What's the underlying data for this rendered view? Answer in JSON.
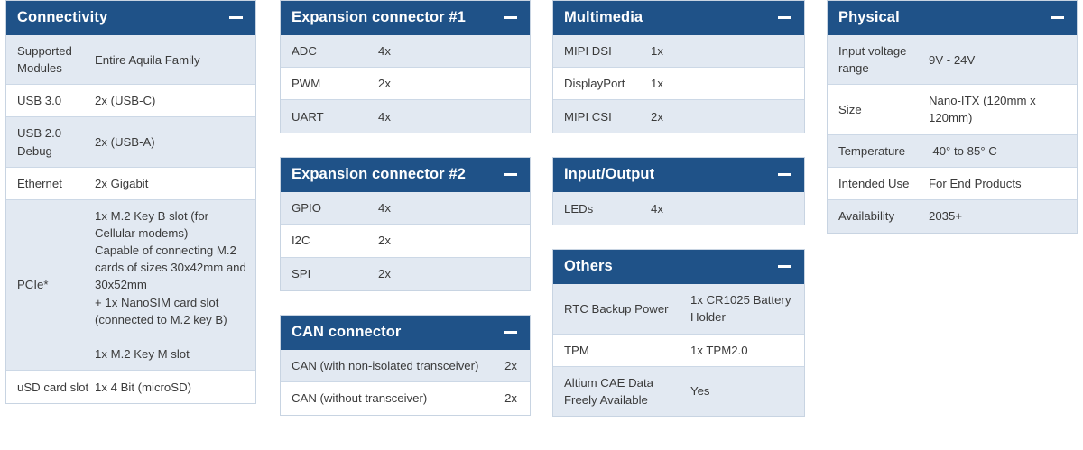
{
  "collapse_icon": "minus-icon",
  "colors": {
    "header_bg": "#1f5288",
    "header_text": "#ffffff",
    "row_odd_bg": "#e2e9f2",
    "row_even_bg": "#ffffff",
    "border": "#c8d4e2",
    "body_text": "#3a3a3a"
  },
  "panels": {
    "connectivity": {
      "title": "Connectivity",
      "rows": [
        {
          "label": "Supported Modules",
          "value": "Entire Aquila Family"
        },
        {
          "label": "USB 3.0",
          "value": "2x (USB-C)"
        },
        {
          "label": "USB 2.0 Debug",
          "value": "2x (USB-A)"
        },
        {
          "label": "Ethernet",
          "value": "2x Gigabit"
        },
        {
          "label": "PCIe*",
          "value": "1x M.2 Key B slot (for Cellular modems)\nCapable of connecting M.2 cards of sizes 30x42mm and 30x52mm\n+ 1x NanoSIM card slot (connected to M.2 key B)\n\n1x M.2 Key M slot"
        },
        {
          "label": "uSD card slot",
          "value": "1x 4 Bit (microSD)"
        }
      ]
    },
    "expansion_connector_1": {
      "title": "Expansion connector #1",
      "rows": [
        {
          "label": "ADC",
          "value": "4x"
        },
        {
          "label": "PWM",
          "value": "2x"
        },
        {
          "label": "UART",
          "value": "4x"
        }
      ]
    },
    "expansion_connector_2": {
      "title": "Expansion connector #2",
      "rows": [
        {
          "label": "GPIO",
          "value": "4x"
        },
        {
          "label": "I2C",
          "value": "2x"
        },
        {
          "label": "SPI",
          "value": "2x"
        }
      ]
    },
    "can_connector": {
      "title": "CAN connector",
      "rows": [
        {
          "label": "CAN (with non-isolated transceiver)",
          "value": "2x"
        },
        {
          "label": "CAN (without transceiver)",
          "value": "2x"
        }
      ]
    },
    "multimedia": {
      "title": "Multimedia",
      "rows": [
        {
          "label": "MIPI DSI",
          "value": "1x"
        },
        {
          "label": "DisplayPort",
          "value": "1x"
        },
        {
          "label": "MIPI CSI",
          "value": "2x"
        }
      ]
    },
    "input_output": {
      "title": "Input/Output",
      "rows": [
        {
          "label": "LEDs",
          "value": "4x"
        }
      ]
    },
    "others": {
      "title": "Others",
      "rows": [
        {
          "label": "RTC Backup Power",
          "value": "1x CR1025 Battery Holder"
        },
        {
          "label": "TPM",
          "value": "1x TPM2.0"
        },
        {
          "label": "Altium CAE Data Freely Available",
          "value": "Yes"
        }
      ]
    },
    "physical": {
      "title": "Physical",
      "rows": [
        {
          "label": "Input voltage range",
          "value": "9V - 24V"
        },
        {
          "label": "Size",
          "value": "Nano-ITX (120mm x 120mm)"
        },
        {
          "label": "Temperature",
          "value": "-40° to 85° C"
        },
        {
          "label": "Intended Use",
          "value": "For End Products"
        },
        {
          "label": "Availability",
          "value": "2035+"
        }
      ]
    }
  }
}
